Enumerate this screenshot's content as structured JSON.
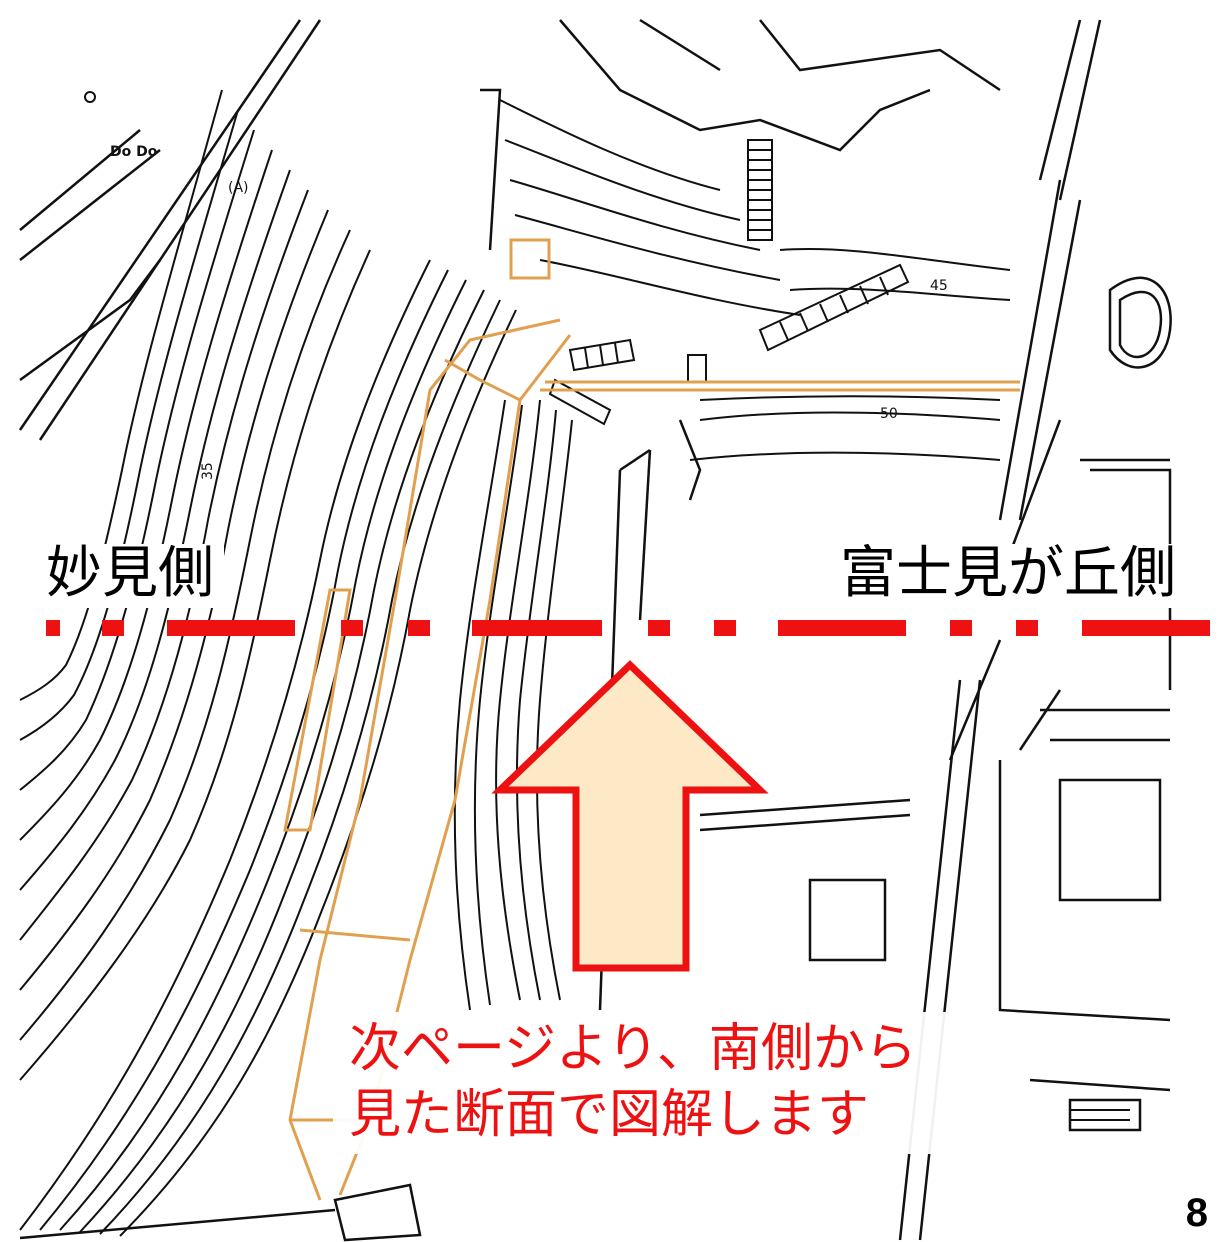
{
  "labels": {
    "left": "妙見側",
    "right": "富士見が丘側"
  },
  "note": {
    "line1": "次ページより、南側から",
    "line2": "見た断面で図解します"
  },
  "page_number": "8",
  "map_annotations": {
    "area_mark": "(A)",
    "contour_45": "45",
    "contour_50": "50",
    "contour_35": "35",
    "small_code": "Do Do"
  },
  "colors": {
    "section_line": "#ee1111",
    "arrow_fill": "#fde9c6",
    "arrow_stroke": "#ee1111",
    "drawing_line": "#000000",
    "path_outline": "#e0a050"
  }
}
